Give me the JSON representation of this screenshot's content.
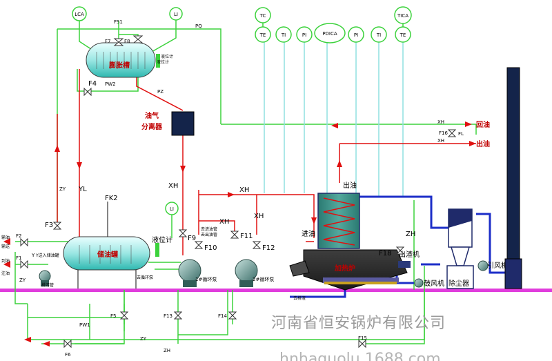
{
  "instruments": {
    "tc": "TC",
    "te1": "TE",
    "ti1": "TI",
    "pi1": "PI",
    "pdica": "PDICA",
    "pi2": "PI",
    "ti2": "TI",
    "te2": "TE",
    "tica": "TICA",
    "lca": "LCA",
    "li_top": "LI",
    "li_mid": "LI"
  },
  "equipment": {
    "expansion_tank": "膨胀槽",
    "level_gauge_top": "液位计",
    "gas_separator_line1": "油气",
    "gas_separator_line2": "分离器",
    "storage_tank": "储油罐",
    "level_gauge_mid": "液位计",
    "pump1": "1#循环泵",
    "pump2": "2#循环泵",
    "furnace": "加热炉",
    "outlet_oil_top": "出油",
    "inlet_oil_left": "进油",
    "slag_extractor": "出渣机",
    "blower": "鼓风机",
    "dust_collector": "除尘器",
    "induced_fan": "引风机",
    "return_oil": "回油",
    "out_oil": "出油",
    "fk2": "FK2"
  },
  "lines": {
    "pq": "PQ",
    "pw2": "PW2",
    "pz": "PZ",
    "zy_left": "ZY",
    "yl": "YL",
    "xh1": "XH",
    "xh2": "XH",
    "xh3": "XH",
    "xh4": "XH",
    "xh_right1": "XH",
    "xh_right2": "XH",
    "zh_right": "ZH",
    "pw1": "PW1",
    "zy_bottom": "ZY",
    "zh_bottom": "ZH",
    "zy_side": "ZY",
    "y_small": "Y",
    "fl": "FL"
  },
  "valves": {
    "f1": "F1",
    "f2": "F2",
    "f3": "F3",
    "f4": "F4",
    "f5": "F5",
    "f6": "F6",
    "f7": "F7",
    "f8": "F8",
    "f9": "F9",
    "f10": "F10",
    "f11": "F11",
    "f12": "F12",
    "f13": "F13",
    "f14": "F14",
    "f15": "F15",
    "f16": "F16",
    "f18": "F18",
    "fs1": "FS1"
  },
  "small_labels": {
    "left_top1": "输油",
    "left_top2": "输送",
    "left_mid1": "到油",
    "left_mid2": "注油",
    "tank_note": "Y送入储油罐",
    "below_pump": "去循环泵",
    "circ_note": "去进油管",
    "circ_note2": "去出油管",
    "bottom_pipe": "排污管",
    "tiny_note": "液位计",
    "slag_note": "去排渣"
  },
  "watermark": {
    "line1": "河南省恒安锅炉有限公司",
    "line2": "hnhaguolu.1688.com"
  },
  "colors": {
    "green_pipe": "#3cd23c",
    "red_pipe": "#e01010",
    "blue_pipe": "#1c2ec8",
    "cyan_pipe": "#8fe0e0",
    "floor": "#e03cdc",
    "navy": "#1f2a6a"
  }
}
